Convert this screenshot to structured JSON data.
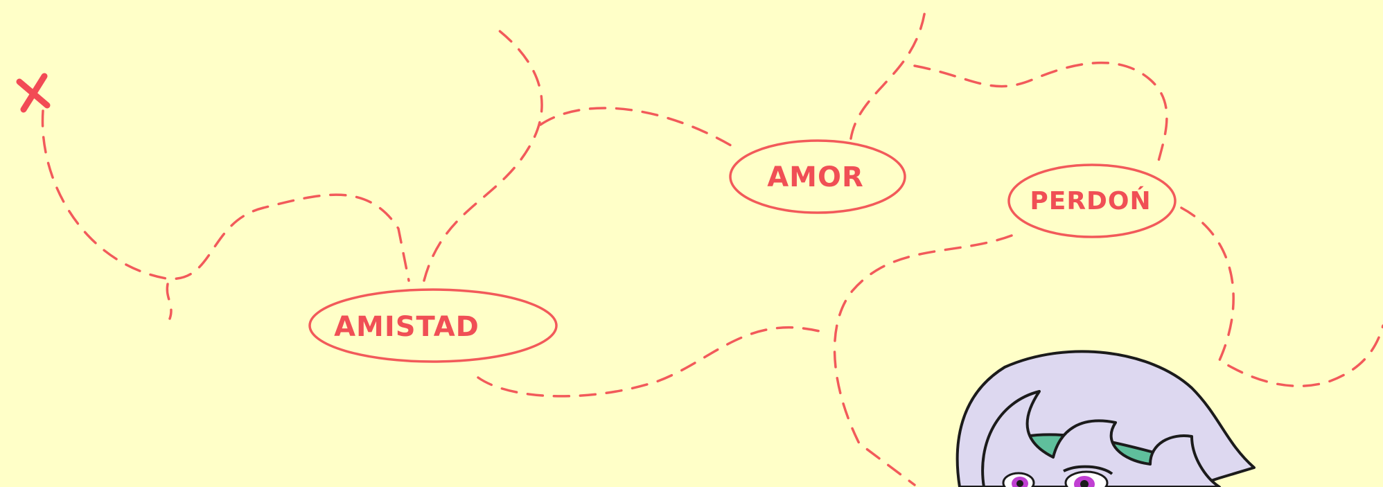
{
  "map": {
    "background_color": "#ffffc8",
    "path_color": "#f25a5a",
    "start_marker_icon": "x-mark-icon",
    "nodes": {
      "amistad": "AMISTAD",
      "amor": "AMOR",
      "perdon": "PERDOŃ"
    }
  },
  "character": {
    "icon": "lavender-haired-green-skin-character-icon",
    "hair_color": "#ddd8f0",
    "skin_color": "#5fbf9c",
    "eye_color": "#c03fd2"
  }
}
